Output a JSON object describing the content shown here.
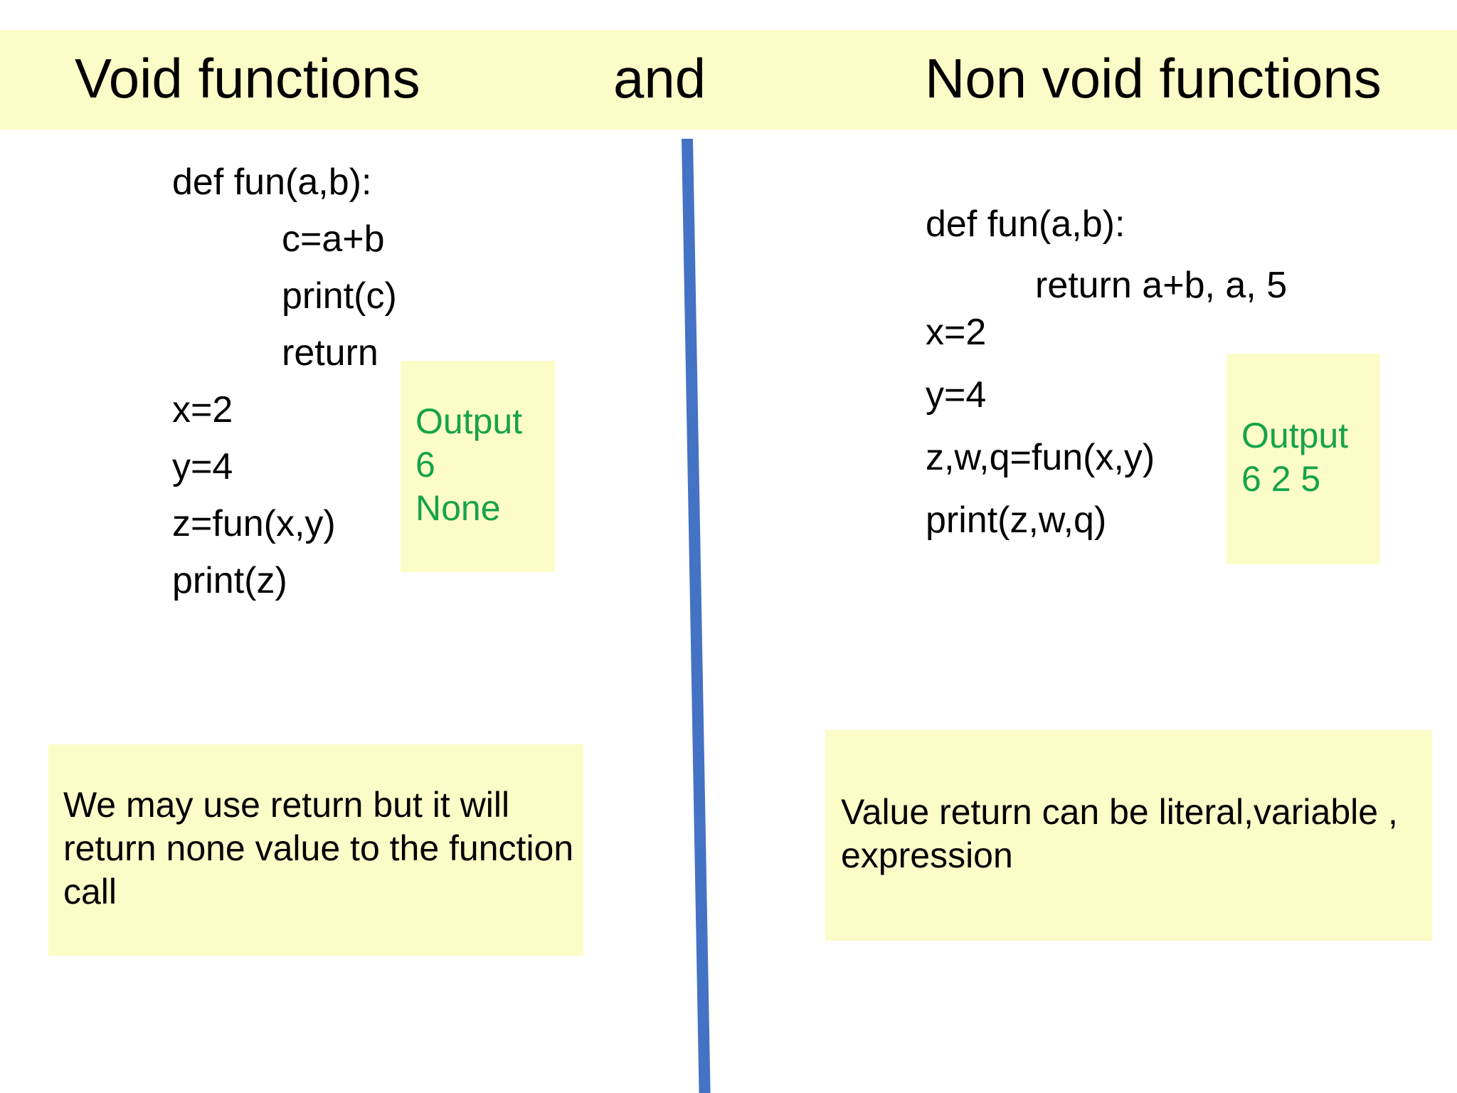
{
  "title": {
    "left": "Void functions",
    "middle": "and",
    "right": "Non void functions"
  },
  "void_example": {
    "code": {
      "def": "def fun(a,b):",
      "sum": "c=a+b",
      "print_c": "print(c)",
      "ret": "return",
      "x": "x=2",
      "y": "y=4",
      "call": "z=fun(x,y)",
      "print_z": "print(z)"
    },
    "output": [
      "Output",
      "6",
      "None"
    ],
    "note": "We may use return but it will return none value to the function call"
  },
  "nonvoid_example": {
    "code": {
      "def": "def fun(a,b):",
      "ret": "return a+b, a, 5",
      "x": "x=2",
      "y": "y=4",
      "call": "z,w,q=fun(x,y)",
      "print": "print(z,w,q)"
    },
    "output": [
      "Output",
      "6 2 5"
    ],
    "note": "Value return can be literal,variable , expression"
  },
  "colors": {
    "highlight": "#fcfcc8",
    "divider": "#4472c4",
    "output_text": "#16a34a"
  }
}
